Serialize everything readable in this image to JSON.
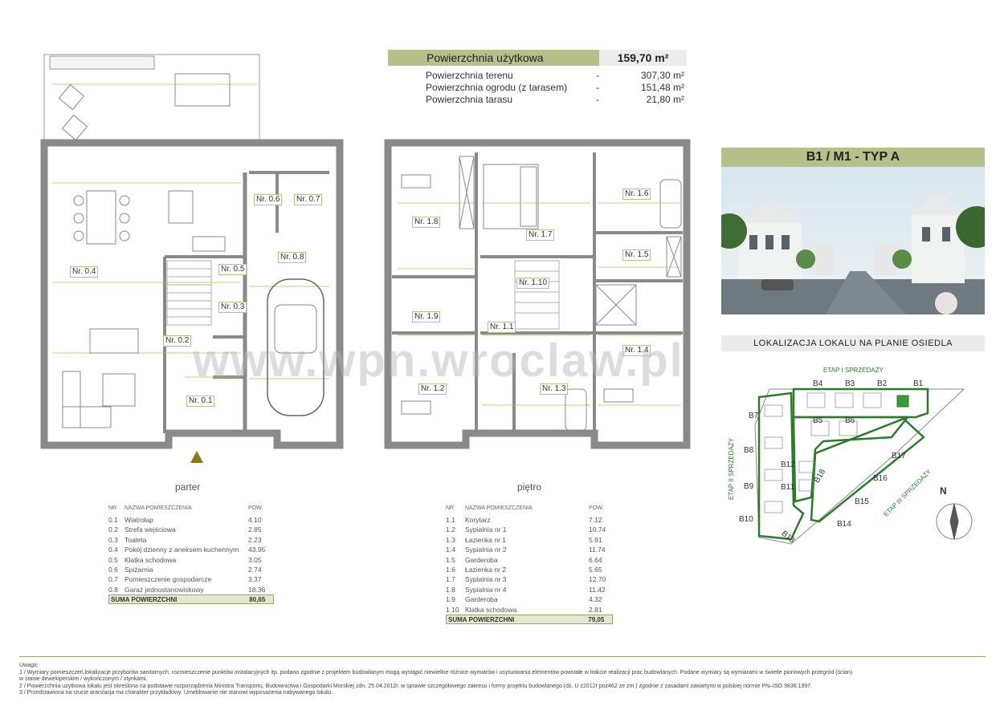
{
  "areas": {
    "main_label": "Powierzchnia użytkowa",
    "main_value": "159,70 m²",
    "rows": [
      {
        "name": "Powierzchnia terenu",
        "dash": "-",
        "value": "307,30 m²"
      },
      {
        "name": "Powierzchnia ogrodu (z tarasem)",
        "dash": "-",
        "value": "151,48 m²"
      },
      {
        "name": "Powierzchnia tarasu",
        "dash": "-",
        "value": "21,80 m²"
      }
    ]
  },
  "type_banner": "B1 / M1 - TYP A",
  "location_title": "LOKALIZACJA LOKALU NA PLANIE OSIEDLA",
  "watermark": "www.wpn.wroclaw.pl",
  "ground": {
    "label": "parter",
    "hdr_nr": "NR",
    "hdr_name": "NAZWA POMIESZCZENIA",
    "hdr_area": "POW.",
    "rows": [
      {
        "nr": "0.1",
        "name": "Wiatrołap",
        "area": "4.10"
      },
      {
        "nr": "0.2",
        "name": "Strefa wejściowa",
        "area": "2.85"
      },
      {
        "nr": "0.3",
        "name": "Toaleta",
        "area": "2.23"
      },
      {
        "nr": "0.4",
        "name": "Pokój dzienny z aneksem kuchennym",
        "area": "43.95"
      },
      {
        "nr": "0.5",
        "name": "Klatka schodowa",
        "area": "3.05"
      },
      {
        "nr": "0.6",
        "name": "Spiżarnia",
        "area": "2.74"
      },
      {
        "nr": "0.7",
        "name": "Pomieszczenie gospodarcze",
        "area": "3.37"
      },
      {
        "nr": "0.8",
        "name": "Garaż jednostanowiskowy",
        "area": "18.36"
      }
    ],
    "sum_label": "SUMA POWIERZCHNI",
    "sum_value": "80,65",
    "tags": [
      "Nr. 0.1",
      "Nr. 0.2",
      "Nr. 0.3",
      "Nr. 0.4",
      "Nr. 0.5",
      "Nr. 0.6",
      "Nr. 0.7",
      "Nr. 0.8"
    ]
  },
  "upper": {
    "label": "piętro",
    "hdr_nr": "NR",
    "hdr_name": "NAZWA POMIESZCZENIA",
    "hdr_area": "POW.",
    "rows": [
      {
        "nr": "1.1",
        "name": "Korytarz",
        "area": "7.12"
      },
      {
        "nr": "1.2",
        "name": "Sypialnia nr 1",
        "area": "10.74"
      },
      {
        "nr": "1.3",
        "name": "Łazienka nr 1",
        "area": "5.91"
      },
      {
        "nr": "1.4",
        "name": "Sypialnia nr 2",
        "area": "11.74"
      },
      {
        "nr": "1.5",
        "name": "Garderoba",
        "area": "6.64"
      },
      {
        "nr": "1.6",
        "name": "Łazienka nr 2",
        "area": "5.65"
      },
      {
        "nr": "1.7",
        "name": "Sypialnia nr 3",
        "area": "12.70"
      },
      {
        "nr": "1.8",
        "name": "Sypialnia nr 4",
        "area": "11.42"
      },
      {
        "nr": "1.9",
        "name": "Garderoba",
        "area": "4.32"
      },
      {
        "nr": "1.10",
        "name": "Klatka schodowa",
        "area": "2.81"
      }
    ],
    "sum_label": "SUMA POWIERZCHNI",
    "sum_value": "79,05",
    "tags": [
      "Nr. 1.1",
      "Nr. 1.2",
      "Nr. 1.3",
      "Nr. 1.4",
      "Nr. 1.5",
      "Nr. 1.6",
      "Nr. 1.7",
      "Nr. 1.8",
      "Nr. 1.9",
      "Nr. 1.10"
    ]
  },
  "map": {
    "north": "N",
    "etap1": "ETAP I SPRZEDAŻY",
    "etap2": "ETAP II SPRZEDAŻY",
    "etap3": "ETAP III SPRZEDAŻY",
    "buildings": [
      "B1",
      "B2",
      "B3",
      "B4",
      "B5",
      "B6",
      "B7",
      "B8",
      "B9",
      "B10",
      "B11",
      "B12",
      "B13",
      "B14",
      "B15",
      "B16",
      "B17",
      "B18"
    ]
  },
  "notes": {
    "title": "Uwaga:",
    "lines": [
      "1 / Wymiary pomieszczeń,lokalizacje przyborów sanitarnych, rozmieszczenie punktów instalacyjnych itp. podano zgodnie z projektem budowlanym mogą wystąpić niewielkie różnice wymiarów i usytuowania elementów powstałe w trakcie realizacji prac budowlanych. Podane wymiary są wymiarami w świetle pionowych przegród (ścian)",
      "w stanie deweloperskim / wykończonym / ztynkami.",
      "2 / Powierzchnia użytkowa lokalu jest określona na podstawie rozporządzenia Ministra Transportu, Budownictwa i Gospodarki Morskiej zdn. 25.04.2012r. w sprawie szczegółowego zakresu i formy projektu budowlanego (dz. U z2012r poz462 ze zm.) zgodnie z zasadami zawartymi w polskiej normie PN–ISO 9836:1997.",
      "3 / Przedstawiona na rzucie aranżacja ma charakter przykładowy. Umeblowanie nie stanowi wyposażenia nabywanego lokalu."
    ]
  },
  "colors": {
    "accent": "#b6c08a",
    "wall": "#888888",
    "plan_line": "#c9b458"
  }
}
